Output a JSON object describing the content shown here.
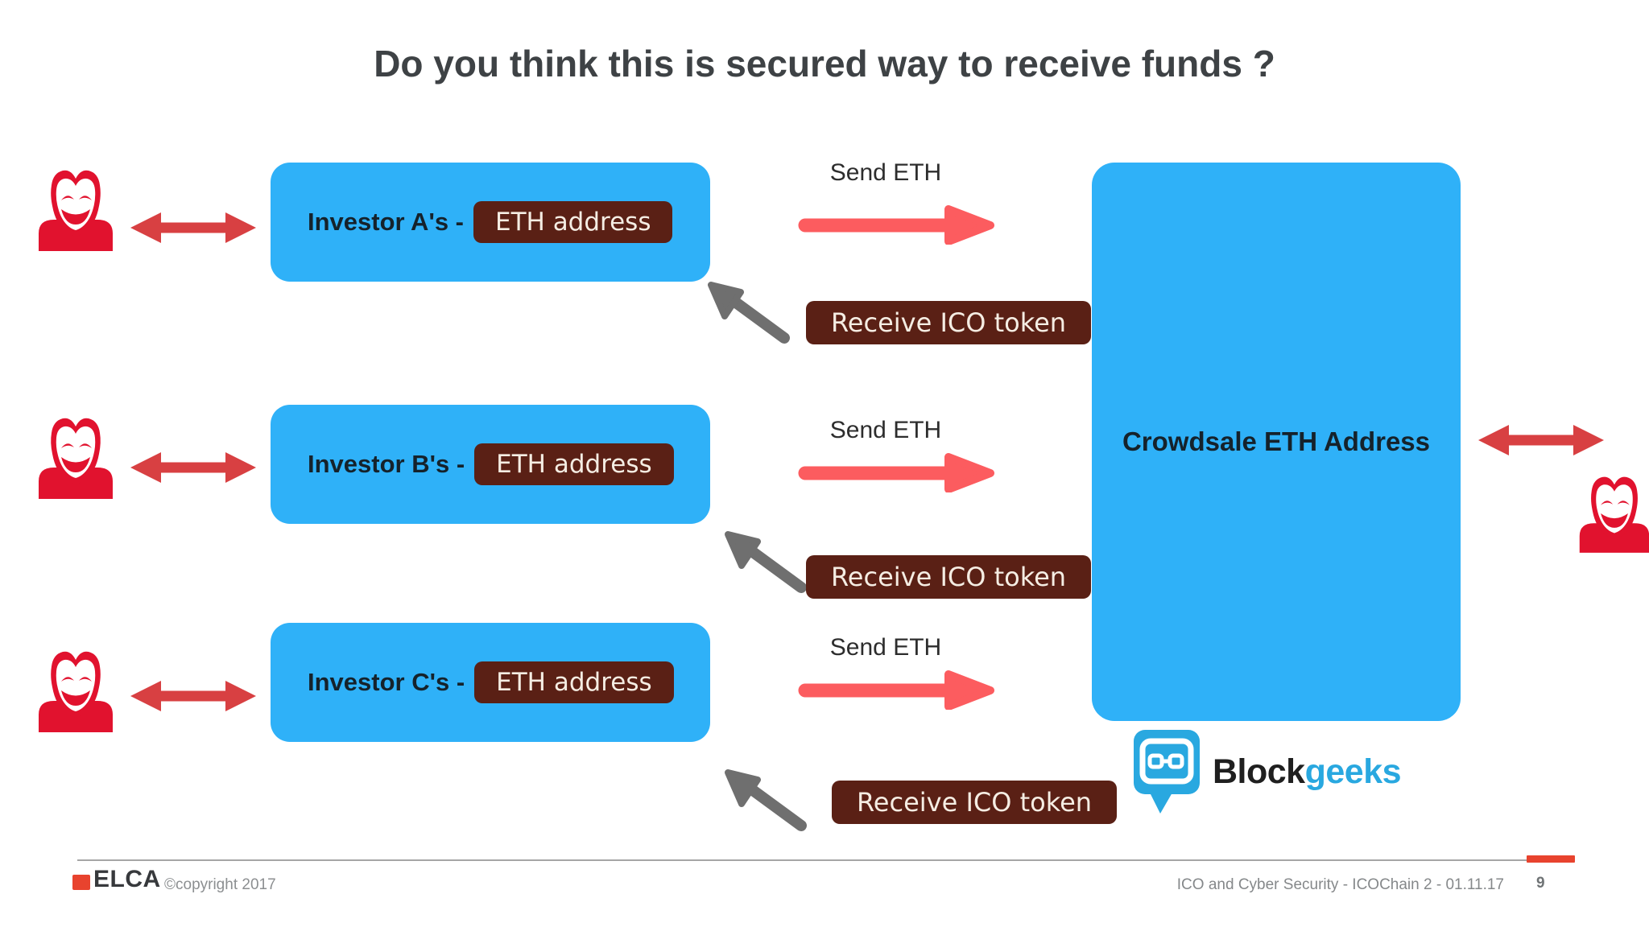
{
  "title": "Do you think this is secured way to receive funds ?",
  "labels": {
    "send_eth": "Send ETH",
    "receive_token": "Receive ICO token",
    "eth_address": "ETH address",
    "crowdsale": "Crowdsale ETH Address"
  },
  "investors": [
    {
      "label": "Investor A's -"
    },
    {
      "label": "Investor B's -"
    },
    {
      "label": "Investor C's -"
    }
  ],
  "logo": {
    "block": "Block",
    "geeks": "geeks"
  },
  "footer": {
    "brand": "ELCA",
    "copyright": "©copyright 2017",
    "deck_title": "ICO and Cyber Security - ICOChain 2 - 01.11.17",
    "page_number": "9"
  },
  "colors": {
    "box_blue": "#2fb1f8",
    "chip_maroon": "#5a2015",
    "chip_text": "#f5ede3",
    "arrow_salmon": "#fc5c5f",
    "arrow_red": "#d84042",
    "arrow_gray": "#6f6f6f",
    "person_red": "#e1122e",
    "title_gray": "#3e4245",
    "footer_accent": "#e8432e",
    "blockgeeks_blue": "#29a8e0"
  }
}
